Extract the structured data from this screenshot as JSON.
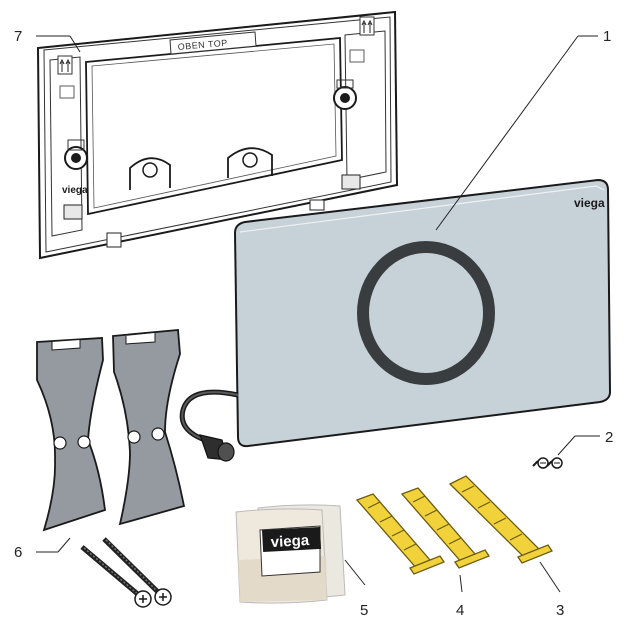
{
  "diagram": {
    "labels": {
      "frame": "7",
      "plate": "1",
      "screws": "2",
      "long_anchor": "3",
      "short_anchors": "4",
      "sachets": "5",
      "brackets": "6"
    },
    "frame_stamp": "OBEN  TOP",
    "frame_logo": "viega",
    "plate_logo": "viega",
    "sachet_logo": "viega"
  }
}
